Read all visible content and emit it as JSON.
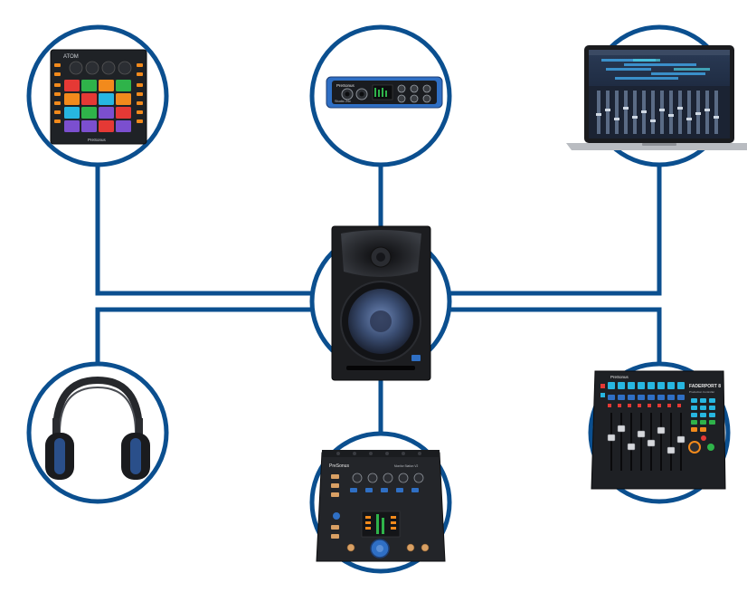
{
  "colors": {
    "connector_blue": "#0b4f8f",
    "device_dark": "#1f2226",
    "device_black": "#0e0f11",
    "accent_blue": "#2f6fc4",
    "pad_orange": "#f28a1c",
    "pad_green": "#2fb34a",
    "pad_purple": "#7b4fcf",
    "pad_red": "#e53935",
    "pad_cyan": "#27b6e0",
    "knob_tan": "#d9a064"
  },
  "devices": {
    "pad_controller": {
      "icon": "pad-controller-icon",
      "brand_text": "ATOM",
      "logo_text": "PreSonus"
    },
    "audio_interface": {
      "icon": "audio-interface-icon",
      "logo_text": "PreSonus",
      "model_text": "Studio 24c"
    },
    "laptop": {
      "icon": "laptop-daw-icon"
    },
    "studio_monitor": {
      "icon": "studio-monitor-icon"
    },
    "headphones": {
      "icon": "headphones-icon"
    },
    "monitor_controller": {
      "icon": "monitor-controller-icon",
      "logo_text": "PreSonus",
      "model_text": "Monitor Station V2"
    },
    "fader_controller": {
      "icon": "fader-controller-icon",
      "logo_text": "PreSonus",
      "model_text": "FADERPORT 8",
      "sub_text": "Production Controller"
    }
  }
}
